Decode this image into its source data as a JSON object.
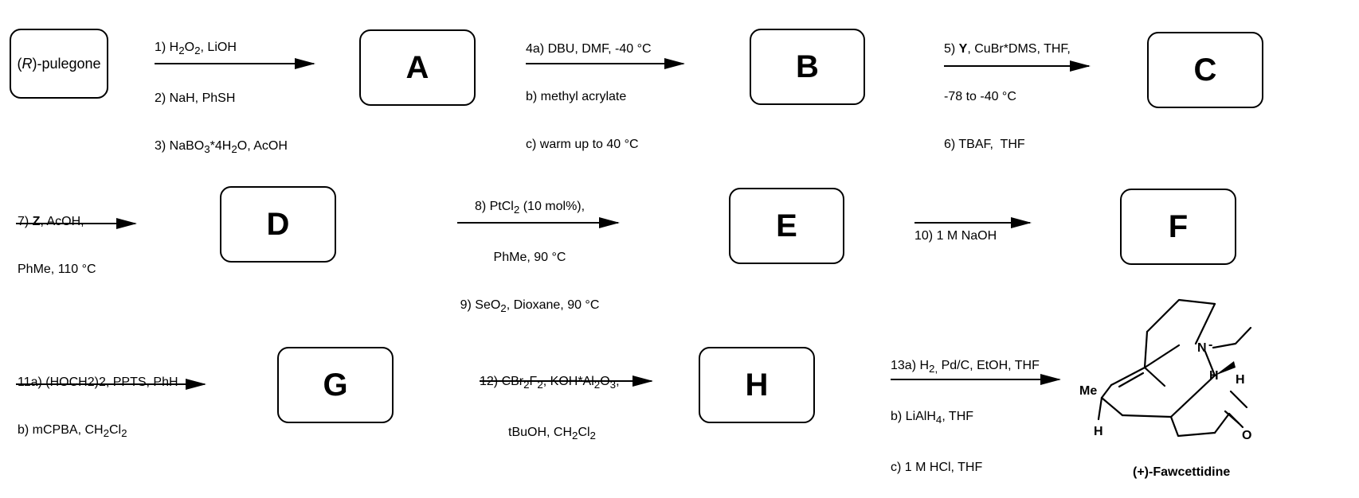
{
  "start_material": "(R)-pulegone",
  "intermediates": [
    "A",
    "B",
    "C",
    "D",
    "E",
    "F",
    "G",
    "H"
  ],
  "steps": {
    "s1": [
      "1) H2O2, LiOH",
      "2) NaH, PhSH",
      "3) NaBO3*4H2O, AcOH"
    ],
    "s4": [
      "4a) DBU, DMF, -40 °C",
      "b) methyl acrylate",
      "c) warm up to 40 °C"
    ],
    "s5": [
      "5) Y, CuBr*DMS, THF,",
      "-78 to -40 °C",
      "6) TBAF,  THF"
    ],
    "s7": [
      "7) Z, AcOH,",
      "PhMe, 110 °C"
    ],
    "s8": [
      "8) PtCl2 (10 mol%),",
      "PhMe, 90 °C",
      "9) SeO2, Dioxane, 90 °C"
    ],
    "s10": [
      "10) 1 M NaOH"
    ],
    "s11": [
      "11a) (HOCH2)2, PPTS, PhH",
      "b) mCPBA, CH2Cl2"
    ],
    "s12": [
      "12) CBr2F2, KOH*Al2O3,",
      "tBuOH, CH2Cl2"
    ],
    "s13": [
      "13a) H2, Pd/C, EtOH, THF",
      "b) LiAlH4, THF",
      "c) 1 M HCl, THF"
    ]
  },
  "product": {
    "name": "(+)-Fawcettidine",
    "atom_labels": {
      "methyl": "Me",
      "nitrogen": "N",
      "hydrogen": "H",
      "oxygen": "O"
    }
  }
}
